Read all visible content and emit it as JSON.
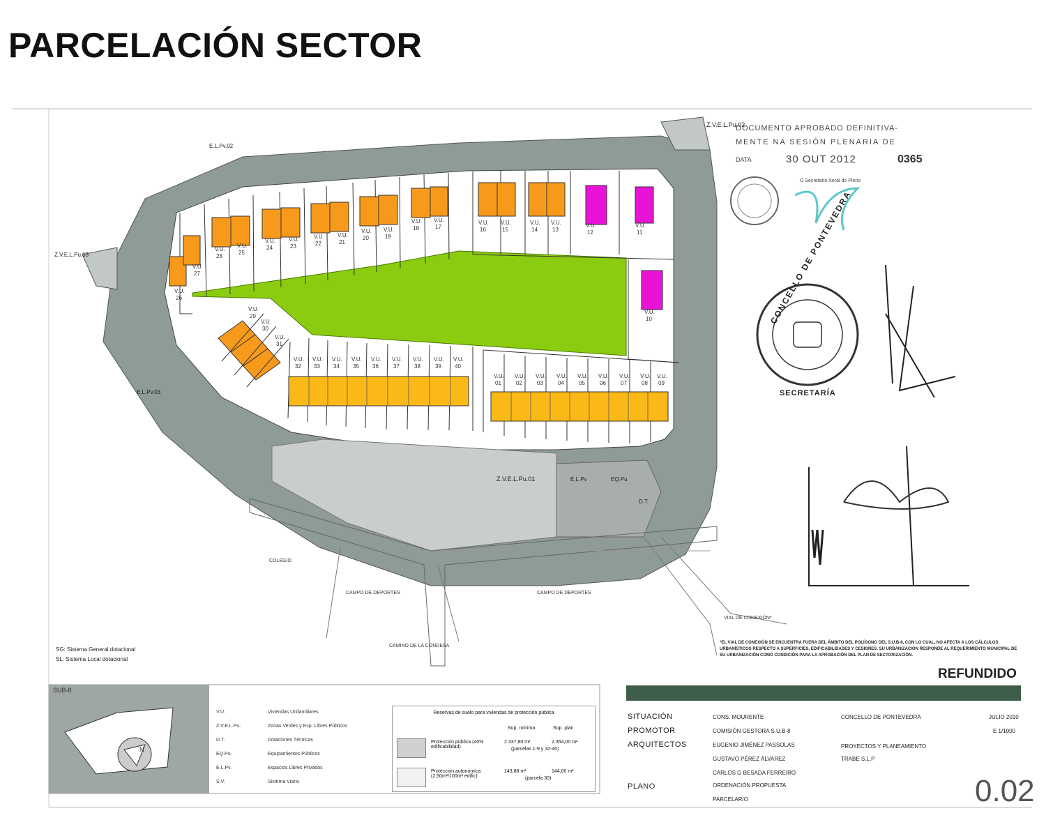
{
  "title": "PARCELACIÓN SECTOR",
  "zones": {
    "zvelpu_top": "Z.V.E.L.Pu.02",
    "elpv02": "E.L.Pv.02",
    "zvelpu03": "Z.V.E.L.Pu.03",
    "elpv03": "E.L.Pv.03",
    "zvelpu01": "Z.V.E.L.Pu.01",
    "elpv": "E.L.Pv",
    "eqpu": "EQ.Pu",
    "dt": "D.T."
  },
  "places": {
    "colegio": "COLEGIO",
    "campo1": "CAMPO DE DEPORTES",
    "campo2": "CAMPO DE DEPORTES",
    "camino": "CAMINO DE LA CONDESA",
    "vial": "VIAL DE CONEXIÓN*"
  },
  "lots": {
    "prefix": "V.U.",
    "top": [
      "27",
      "28",
      "25",
      "24",
      "23",
      "22",
      "21",
      "20",
      "19",
      "18",
      "17",
      "16",
      "15",
      "14",
      "13",
      "12",
      "11"
    ],
    "bottom_left": [
      "32",
      "33",
      "34",
      "35",
      "36",
      "37",
      "38",
      "39",
      "40"
    ],
    "bottom_right": [
      "01",
      "02",
      "03",
      "04",
      "05",
      "06",
      "07",
      "08",
      "09"
    ],
    "diag": [
      "29",
      "30",
      "31"
    ],
    "side": [
      "10"
    ],
    "corner": [
      "26"
    ]
  },
  "approval": {
    "line1": "DOCUMENTO APROBADO DEFINITIVA-",
    "line2": "MENTE NA SESIÓN PLENARIA DE",
    "data_label": "DATA",
    "date": "30 OUT 2012",
    "number": "0365",
    "secretary": "O Secretario Xeral do Pleno",
    "seal": "CONCELLO DE PONTEVEDRA",
    "seal_bottom": "SECRETARÍA"
  },
  "notes": {
    "sg": "SG: Sistema General dotacional",
    "sl": "SL: Sistema Local dotacional",
    "footnote": "*EL VIAL DE CONEXIÓN SE ENCUENTRA FUERA DEL ÁMBITO DEL POLÍGONO DEL S.U.B-8, CON LO CUAL, NO AFECTA A LOS CÁLCULOS URBANÍSTICOS RESPECTO A SUPERFICIES, EDIFICABILIDADES Y CESIONES. SU URBANIZACIÓN RESPONDE AL REQUERIMIENTO MUNICIPAL DE SU URBANIZACIÓN COMO CONDICIÓN PARA LA APROBACIÓN DEL PLAN DE SECTORIZACIÓN."
  },
  "refundido": "REFUNDIDO",
  "sector_code": "SUB-8",
  "legend": [
    {
      "code": "V.U.",
      "desc": "Viviendas Unifamiliares"
    },
    {
      "code": "Z.V.E.L.Pu.",
      "desc": "Zonas Verdes y Esp. Libres Públicos"
    },
    {
      "code": "D.T.",
      "desc": "Dotaciones Técnicas"
    },
    {
      "code": "EQ.Pu.",
      "desc": "Equipamientos Públicos"
    },
    {
      "code": "E.L.Pv.",
      "desc": "Espacios Libres Privados"
    },
    {
      "code": "S.V.",
      "desc": "Sistema Viario"
    }
  ],
  "reserve": {
    "heading": "Reservas de suelo para viviendas de protección pública",
    "col1": "Sup. mínima",
    "col2": "Sup. plan",
    "row1_label": "Protección pública (40% edificabilidad)",
    "row1_min": "2.337,80 m²",
    "row1_plan": "2.354,00 m²",
    "row1_note": "(parcelas 1-9 y 32-40)",
    "row2_label": "Protección autonómica (2,50m²/100m² edific)",
    "row2_min": "143,88 m²",
    "row2_plan": "144,00 m²",
    "row2_note": "(parcela 30)"
  },
  "titleblock": {
    "situacion_k": "SITUACIÓN",
    "situacion_v": "CONS. MOURENTE",
    "situacion_v2": "CONCELLO DE PONTEVEDRA",
    "fecha": "JULIO 2010",
    "escala": "E 1/1000",
    "promotor_k": "PROMOTOR",
    "promotor_v": "COMISIÓN GESTORA S.U.B-8",
    "arquitectos_k": "ARQUITECTOS",
    "arq1": "EUGENIO JIMÉNEZ PASSOLAS",
    "arq2": "GUSTAVO PÉREZ ÁLVAREZ",
    "arq3": "CARLOS G BESADA FERREIRO",
    "empresa1": "PROYECTOS Y PLANEAMIENTO",
    "empresa2": "TRABE S.L.P",
    "plano_k": "PLANO",
    "plano_v1": "ORDENACIÓN PROPUESTA",
    "plano_v2": "PARCELARIO",
    "sheet_no": "0.02"
  },
  "colors": {
    "road": "#8e9b96",
    "green": "#8ccc10",
    "orange": "#f79a1c",
    "yellow": "#fbb917",
    "magenta": "#ea12d6"
  }
}
